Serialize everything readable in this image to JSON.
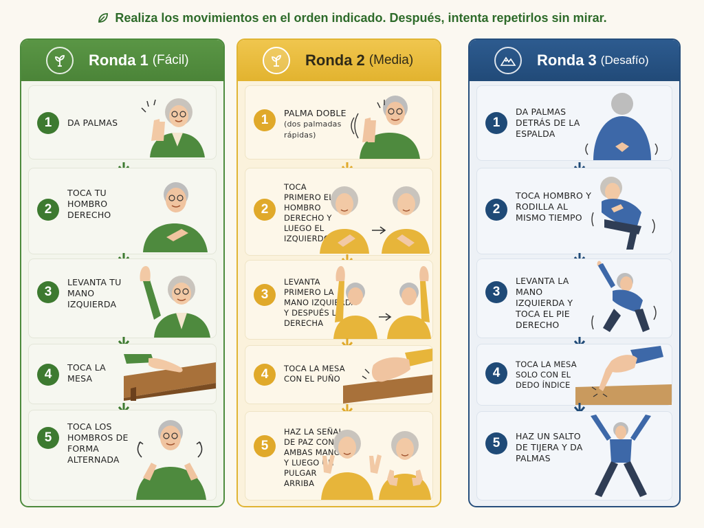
{
  "instruction": "Realiza los movimientos en el orden indicado. Después, intenta repetirlos sin mirar.",
  "rounds": [
    {
      "title": "Ronda 1",
      "level": "(Fácil)",
      "accent": "#4c8a3c",
      "steps": [
        {
          "n": "1",
          "text": "Da palmas",
          "icon": "elderly-woman-clapping"
        },
        {
          "n": "2",
          "text": "Toca tu hombro derecho",
          "icon": "elderly-man-touching-shoulder"
        },
        {
          "n": "3",
          "text": "Levanta tu mano izquierda",
          "icon": "elderly-woman-raising-hand"
        },
        {
          "n": "4",
          "text": "Toca la mesa",
          "icon": "hand-on-table"
        },
        {
          "n": "5",
          "text": "Toca los hombros de forma alternada",
          "icon": "elderly-man-alternating-shoulders"
        }
      ]
    },
    {
      "title": "Ronda 2",
      "level": "(Media)",
      "accent": "#e0b433",
      "steps": [
        {
          "n": "1",
          "text": "Palma doble",
          "sub": "(dos palmadas rápidas)",
          "icon": "elderly-man-double-clap"
        },
        {
          "n": "2",
          "text": "Toca primero el hombro derecho y luego el izquierdo",
          "icon": "woman-shoulder-sequence"
        },
        {
          "n": "3",
          "text": "Levanta primero la mano izquierda y después la derecha",
          "icon": "man-hand-raise-sequence"
        },
        {
          "n": "4",
          "text": "Toca la mesa con el puño",
          "icon": "fist-on-table"
        },
        {
          "n": "5",
          "text": "Haz la señal de paz con ambas manos y luego un pulgar arriba",
          "icon": "woman-peace-thumbs-up"
        }
      ]
    },
    {
      "title": "Ronda 3",
      "level": "(Desafío)",
      "accent": "#264e7c",
      "steps": [
        {
          "n": "1",
          "text": "Da palmas detrás de la espalda",
          "icon": "man-clapping-behind-back"
        },
        {
          "n": "2",
          "text": "Toca hombro y rodilla al mismo tiempo",
          "icon": "woman-shoulder-knee"
        },
        {
          "n": "3",
          "text": "Levanta la mano izquierda y toca el pie derecho",
          "icon": "man-hand-foot-cross"
        },
        {
          "n": "4",
          "text": "Toca la mesa solo con el dedo índice",
          "icon": "finger-on-table"
        },
        {
          "n": "5",
          "text": "Haz un salto de tijera y da palmas",
          "icon": "man-jumping-jack"
        }
      ]
    }
  ]
}
